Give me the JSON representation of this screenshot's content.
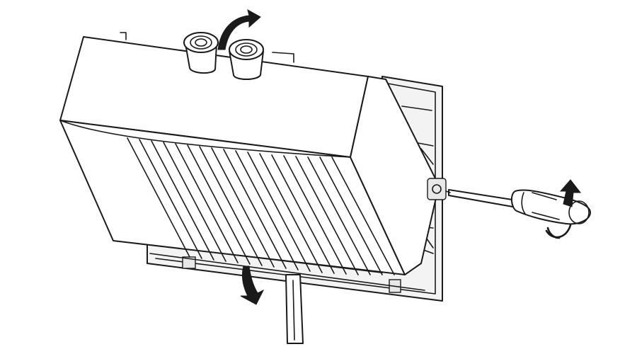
{
  "figure": {
    "subject_icons": [
      "electric-heater-unit",
      "wall-mounting-frame",
      "screwdriver",
      "rotation-arrow"
    ],
    "colors": {
      "ink": "#1a1a1a",
      "paper": "#ffffff",
      "frame_fill": "#f3f3f3",
      "shade": "#e8e8e8"
    }
  }
}
